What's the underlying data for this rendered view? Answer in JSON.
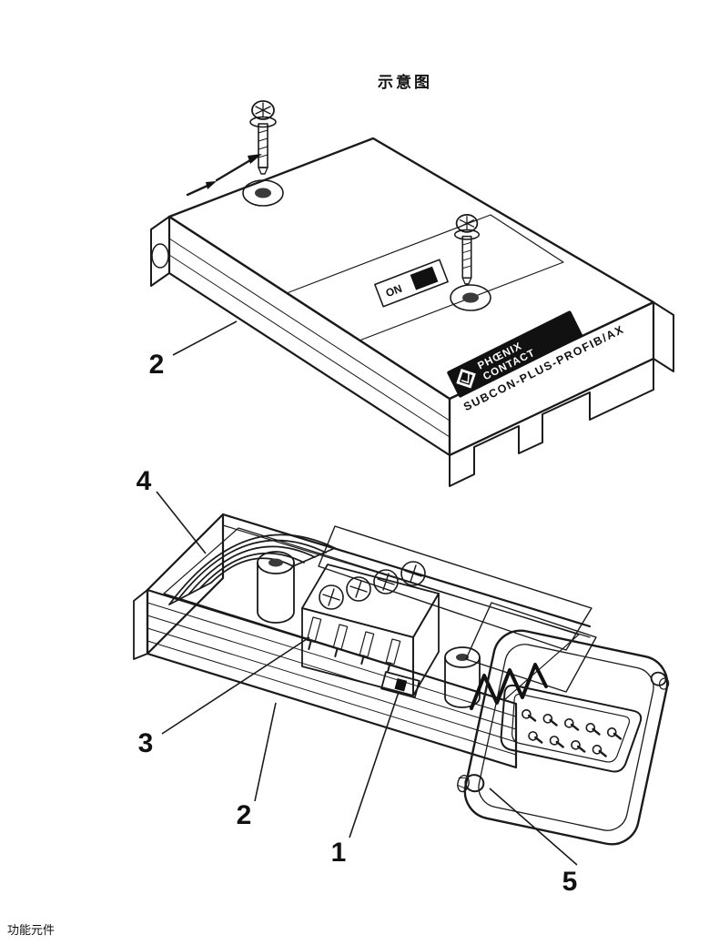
{
  "page": {
    "title": "示意图",
    "footer": "功能元件"
  },
  "device": {
    "brand_line1": "PHŒNIX",
    "brand_line2": "CONTACT",
    "model": "SUBCON-PLUS-PROFIB/AX",
    "switch_on_label": "ON"
  },
  "callouts": [
    {
      "number": "2",
      "target": "housing-cover"
    },
    {
      "number": "4",
      "target": "cable-strain-relief"
    },
    {
      "number": "3",
      "target": "terminal-block"
    },
    {
      "number": "2",
      "target": "housing-base"
    },
    {
      "number": "1",
      "target": "termination-switch"
    },
    {
      "number": "5",
      "target": "locking-screw"
    }
  ],
  "colors": {
    "line": "#1a1a1a",
    "black": "#111111",
    "fill_light": "#e8e8e8",
    "fill_mid": "#c9c9c9",
    "fill_dark": "#a0a0a0"
  }
}
